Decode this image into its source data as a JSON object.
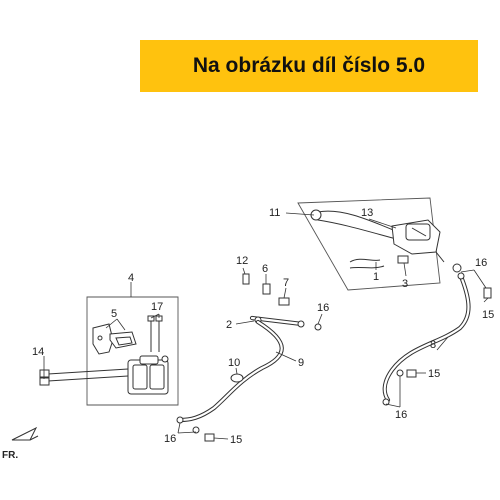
{
  "banner": {
    "text": "Na obrázku díl číslo 5.0",
    "background": "#ffc20e"
  },
  "callouts": {
    "c1": "1",
    "c2": "2",
    "c3": "3",
    "c4": "4",
    "c5": "5",
    "c6": "6",
    "c7": "7",
    "c8": "8",
    "c9": "9",
    "c10": "10",
    "c11": "11",
    "c12": "12",
    "c13": "13",
    "c14": "14",
    "c15a": "15",
    "c15b": "15",
    "c15c": "15",
    "c16a": "16",
    "c16b": "16",
    "c16c": "16",
    "c16d": "16",
    "c17": "17"
  },
  "front_marker": "FR."
}
